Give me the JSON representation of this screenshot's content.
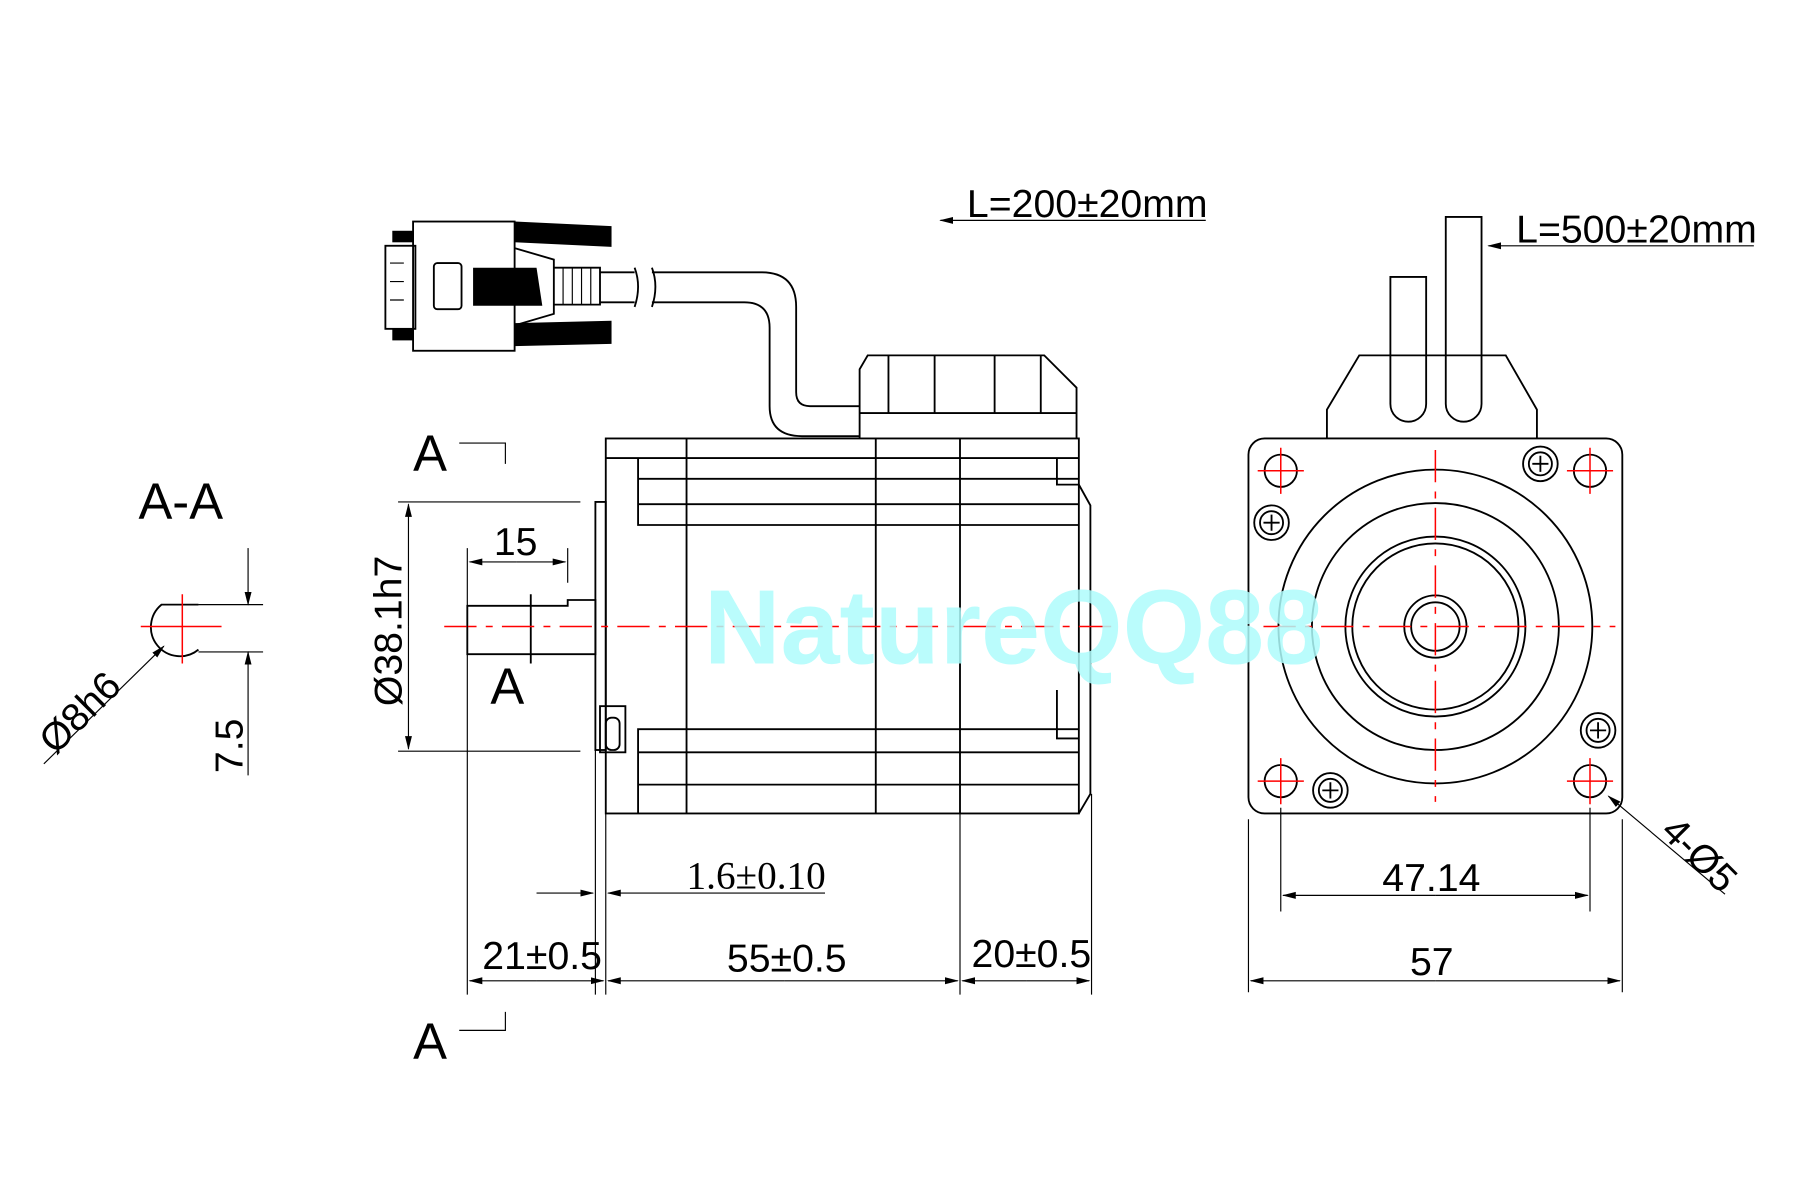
{
  "labels": {
    "cable_short": "L=200±20mm",
    "cable_long": "L=500±20mm",
    "section_title": "A-A",
    "section_marker_top": "A",
    "section_marker_mid": "A",
    "section_marker_bottom": "A",
    "shaft_diameter": "Ø8h6",
    "flat_depth": "7.5",
    "pilot_diameter": "Ø38.1h7",
    "flat_length": "15",
    "flange_thickness": "1.6±0.10",
    "shaft_length": "21±0.5",
    "body_length": "55±0.5",
    "rear_length": "20±0.5",
    "hole_spacing": "47.14",
    "flange_size": "57",
    "mount_holes": "4-Ø5"
  },
  "watermark": "NatureQQ88",
  "colors": {
    "line": "#000000",
    "centerline": "#ff0000",
    "watermark": "#aefcfc"
  }
}
